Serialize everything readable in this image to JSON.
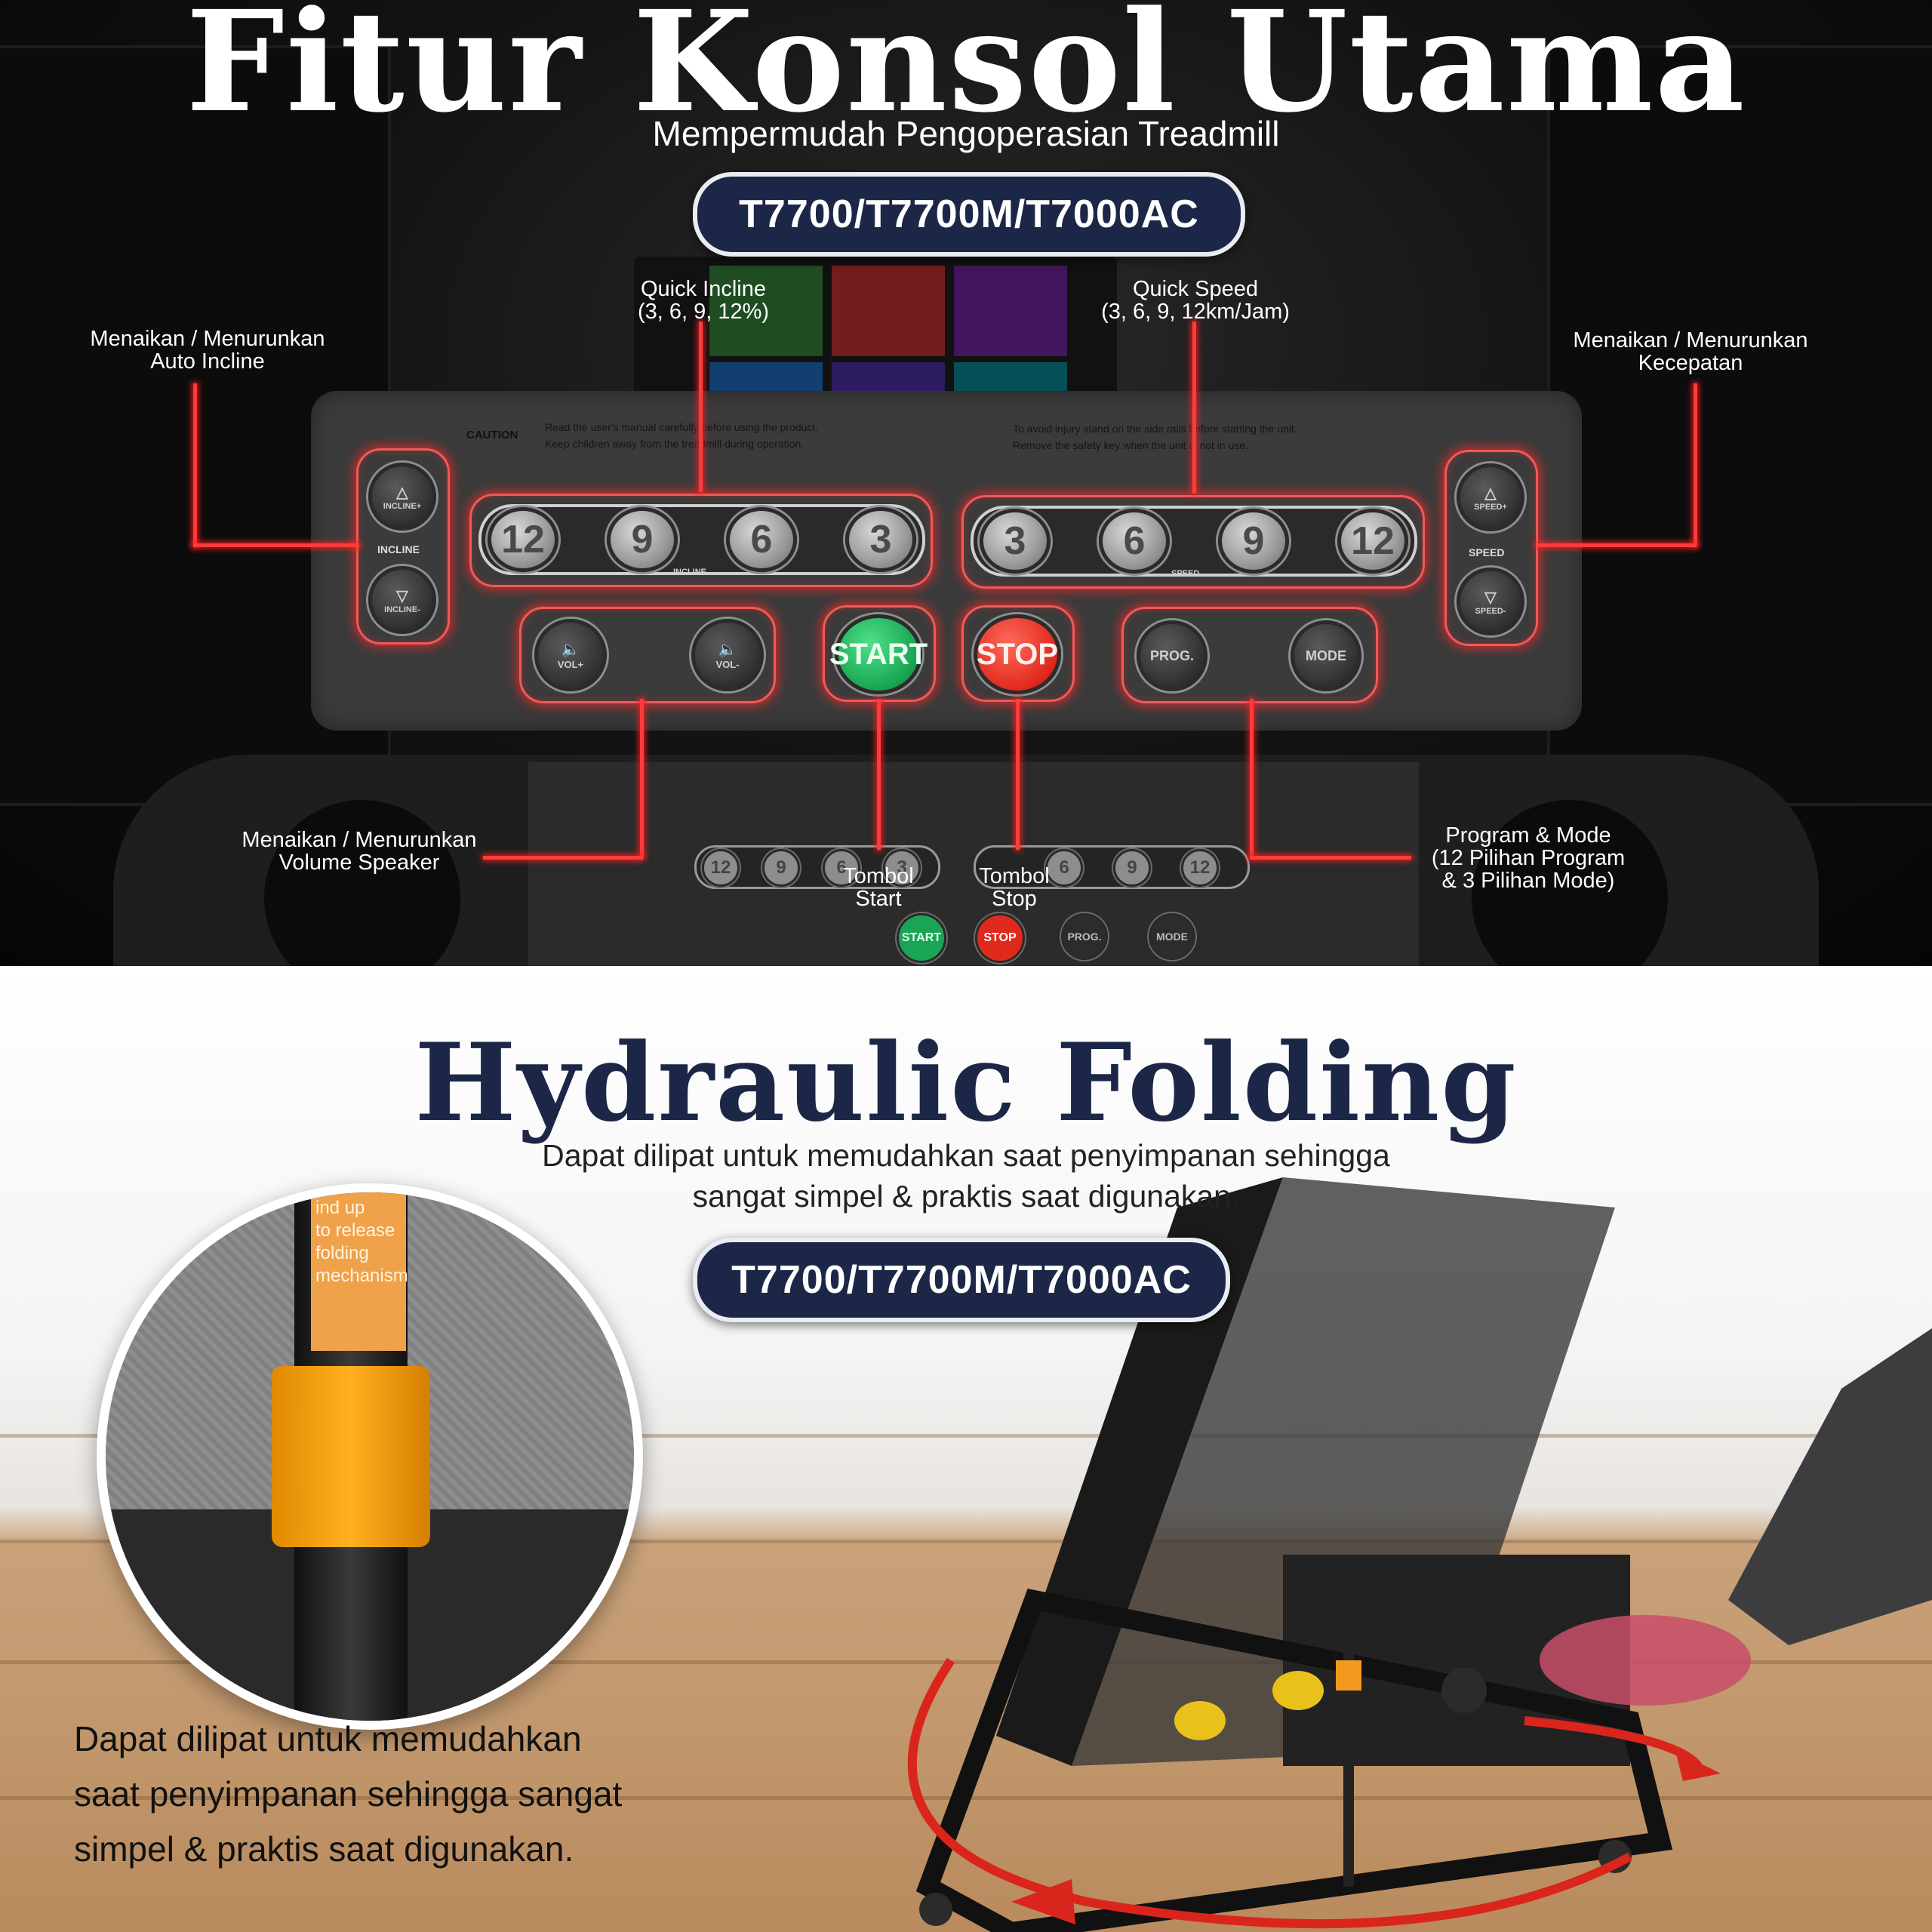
{
  "top": {
    "title": "Fitur Konsol Utama",
    "subtitle": "Mempermudah Pengoperasian Treadmill",
    "model": "T7700/T7700M/T7000AC",
    "console": {
      "caution_title": "CAUTION",
      "caution_lines": [
        "Read the user's manual carefully before using the product.",
        "Keep children away from the treadmill during operation.",
        "To avoid injury stand on the side rails before starting the unit.",
        "Remove the safety key when the unit is not in use."
      ],
      "incline_up_label": "INCLINE+",
      "incline_label": "INCLINE",
      "incline_down_label": "INCLINE-",
      "speed_up_label": "SPEED+",
      "speed_label": "SPEED",
      "speed_down_label": "SPEED-",
      "quick_incline_values": [
        "12",
        "9",
        "6",
        "3"
      ],
      "quick_incline_strip": "INCLINE",
      "quick_speed_values": [
        "3",
        "6",
        "9",
        "12"
      ],
      "quick_speed_strip": "SPEED",
      "vol_up_label": "VOL+",
      "vol_down_label": "VOL-",
      "start_label": "START",
      "stop_label": "STOP",
      "prog_label": "PROG.",
      "mode_label": "MODE"
    },
    "callouts": {
      "auto_incline": [
        "Menaikan / Menurunkan",
        "Auto Incline"
      ],
      "quick_incline": [
        "Quick Incline",
        "(3, 6, 9, 12%)"
      ],
      "quick_speed": [
        "Quick Speed",
        "(3, 6, 9, 12km/Jam)"
      ],
      "speed": [
        "Menaikan / Menurunkan",
        "Kecepatan"
      ],
      "volume": [
        "Menaikan / Menurunkan",
        "Volume Speaker"
      ],
      "start": [
        "Tombol",
        "Start"
      ],
      "stop": [
        "Tombol",
        "Stop"
      ],
      "program": [
        "Program & Mode",
        "(12 Pilihan Program",
        "& 3 Pilihan Mode)"
      ]
    },
    "lower_console": {
      "incline_values": [
        "12",
        "9",
        "6",
        "3"
      ],
      "speed_values": [
        "6",
        "9",
        "12"
      ],
      "start": "START",
      "stop": "STOP",
      "prog": "PROG.",
      "mode": "MODE"
    }
  },
  "bottom": {
    "title": "Hydraulic Folding",
    "desc_line1": "Dapat dilipat  untuk memudahkan saat penyimpanan sehingga",
    "desc_line2": "sangat simpel & praktis saat digunakan.",
    "model": "T7700/T7700M/T7000AC",
    "zoom_sticker_lines": [
      "ind up",
      "to release",
      "folding",
      "mechanism"
    ],
    "text_lines": [
      "Dapat dilipat  untuk memudahkan",
      "saat penyimpanan sehingga sangat",
      "simpel & praktis saat digunakan."
    ]
  },
  "colors": {
    "navy": "#1c2747",
    "glow_red": "#ff3b3b",
    "start_green": "#17a452",
    "stop_red": "#e0291d",
    "arrow_red": "#d9251c"
  }
}
